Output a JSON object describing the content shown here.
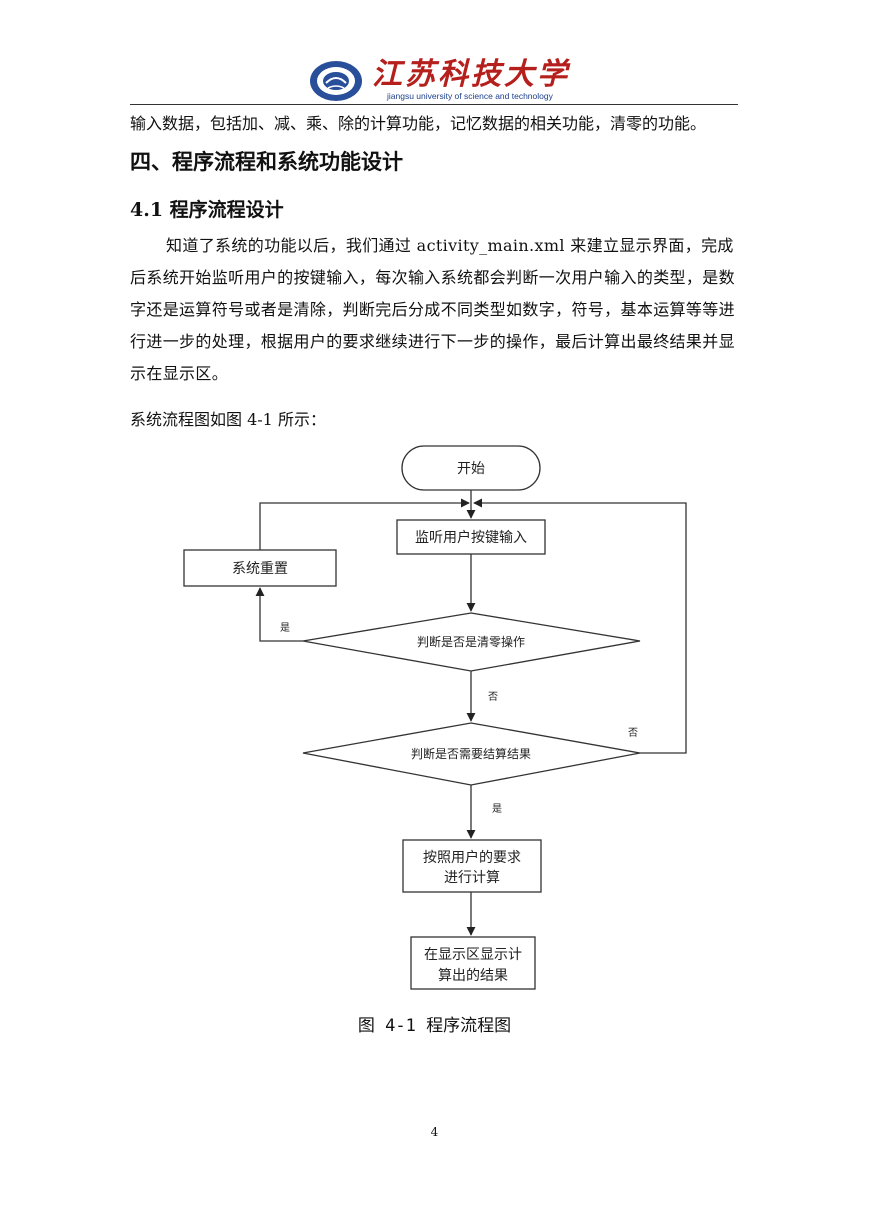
{
  "header": {
    "logo_cn": "江苏科技大学",
    "logo_en": "jiangsu university of science and technology"
  },
  "content": {
    "line_intro": "输入数据，包括加、减、乘、除的计算功能，记忆数据的相关功能，清零的功能。",
    "heading1": "四、程序流程和系统功能设计",
    "heading2": "4.1 程序流程设计",
    "paragraph": "知道了系统的功能以后，我们通过 activity_main.xml 来建立显示界面，完成后系统开始监听用户的按键输入，每次输入系统都会判断一次用户输入的类型，是数字还是运算符号或者是清除，判断完后分成不同类型如数字，符号，基本运算等等进行进一步的处理，根据用户的要求继续进行下一步的操作，最后计算出最终结果并显示在显示区。",
    "flow_intro": "系统流程图如图 4-1 所示："
  },
  "flowchart": {
    "start": "开始",
    "listen": "监听用户按键输入",
    "reset": "系统重置",
    "decision_clear": "判断是否是清零操作",
    "decision_result": "判断是否需要结算结果",
    "compute_line1": "按照用户的要求",
    "compute_line2": "进行计算",
    "display_line1": "在显示区显示计",
    "display_line2": "算出的结果",
    "label_yes_clear": "是",
    "label_no_clear": "否",
    "label_no_result": "否",
    "label_yes_result": "是"
  },
  "caption": "图 4-1 程序流程图",
  "page_number": "4"
}
